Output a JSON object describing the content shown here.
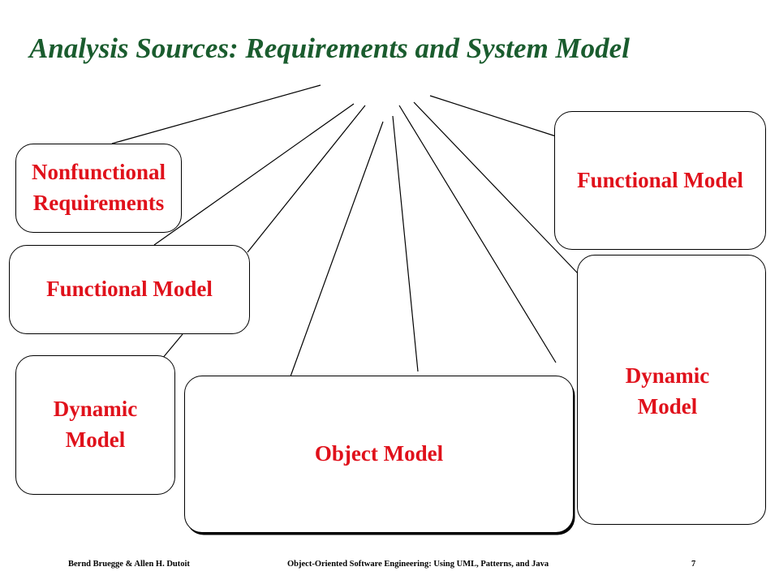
{
  "title": "Analysis Sources: Requirements and System Model",
  "colors": {
    "title": "#1a5c2e",
    "box_text": "#e0111b"
  },
  "boxes": {
    "nonfunctional": {
      "line1": "Nonfunctional",
      "line2": "Requirements"
    },
    "functional_left": {
      "label": "Functional Model"
    },
    "dynamic_left": {
      "line1": "Dynamic",
      "line2": "Model"
    },
    "object": {
      "label": "Object Model"
    },
    "functional_right": {
      "label": "Functional Model"
    },
    "dynamic_right": {
      "line1": "Dynamic",
      "line2": "Model"
    }
  },
  "footer": {
    "authors": "Bernd Bruegge & Allen H. Dutoit",
    "book": "Object-Oriented Software Engineering: Using UML, Patterns, and Java",
    "page": "7"
  }
}
